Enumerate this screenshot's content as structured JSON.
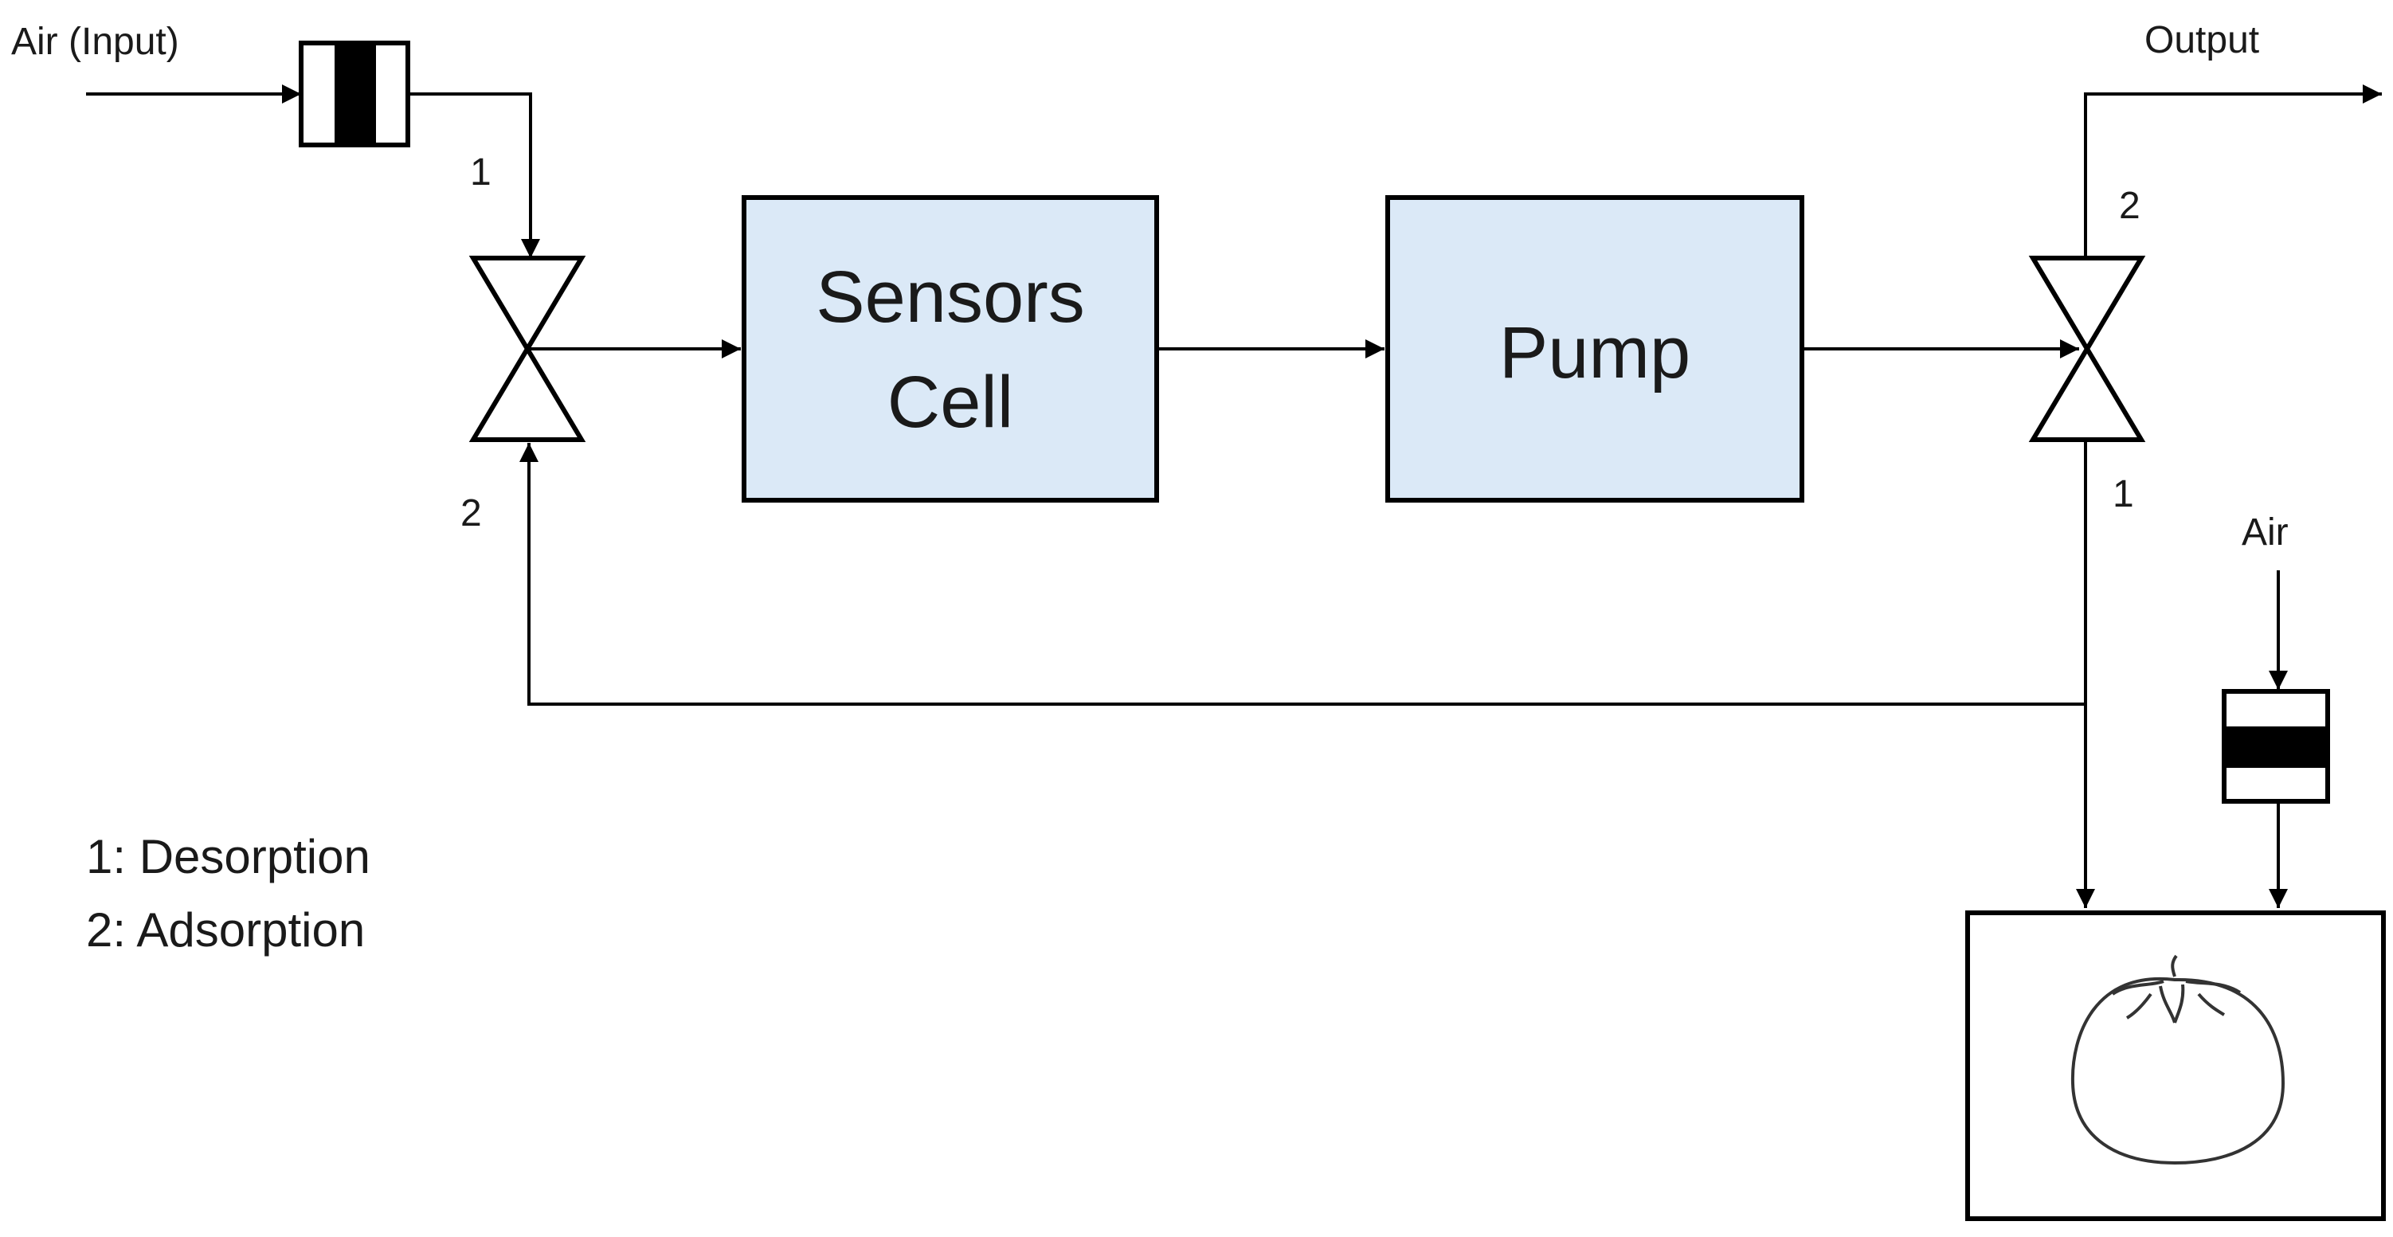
{
  "labels": {
    "air_input": "Air (Input)",
    "output": "Output",
    "air": "Air",
    "valve_left_port_1": "1",
    "valve_left_port_2": "2",
    "valve_right_port_2": "2",
    "valve_right_port_1": "1"
  },
  "blocks": {
    "sensors_line1": "Sensors",
    "sensors_line2": "Cell",
    "pump": "Pump"
  },
  "legend": {
    "desorption": "1: Desorption",
    "adsorption": "2: Adsorption"
  },
  "colors": {
    "block_fill": "#dbe9f7",
    "stroke": "#000000"
  },
  "icons": [
    "filter-icon",
    "valve-icon",
    "tomato-icon"
  ]
}
